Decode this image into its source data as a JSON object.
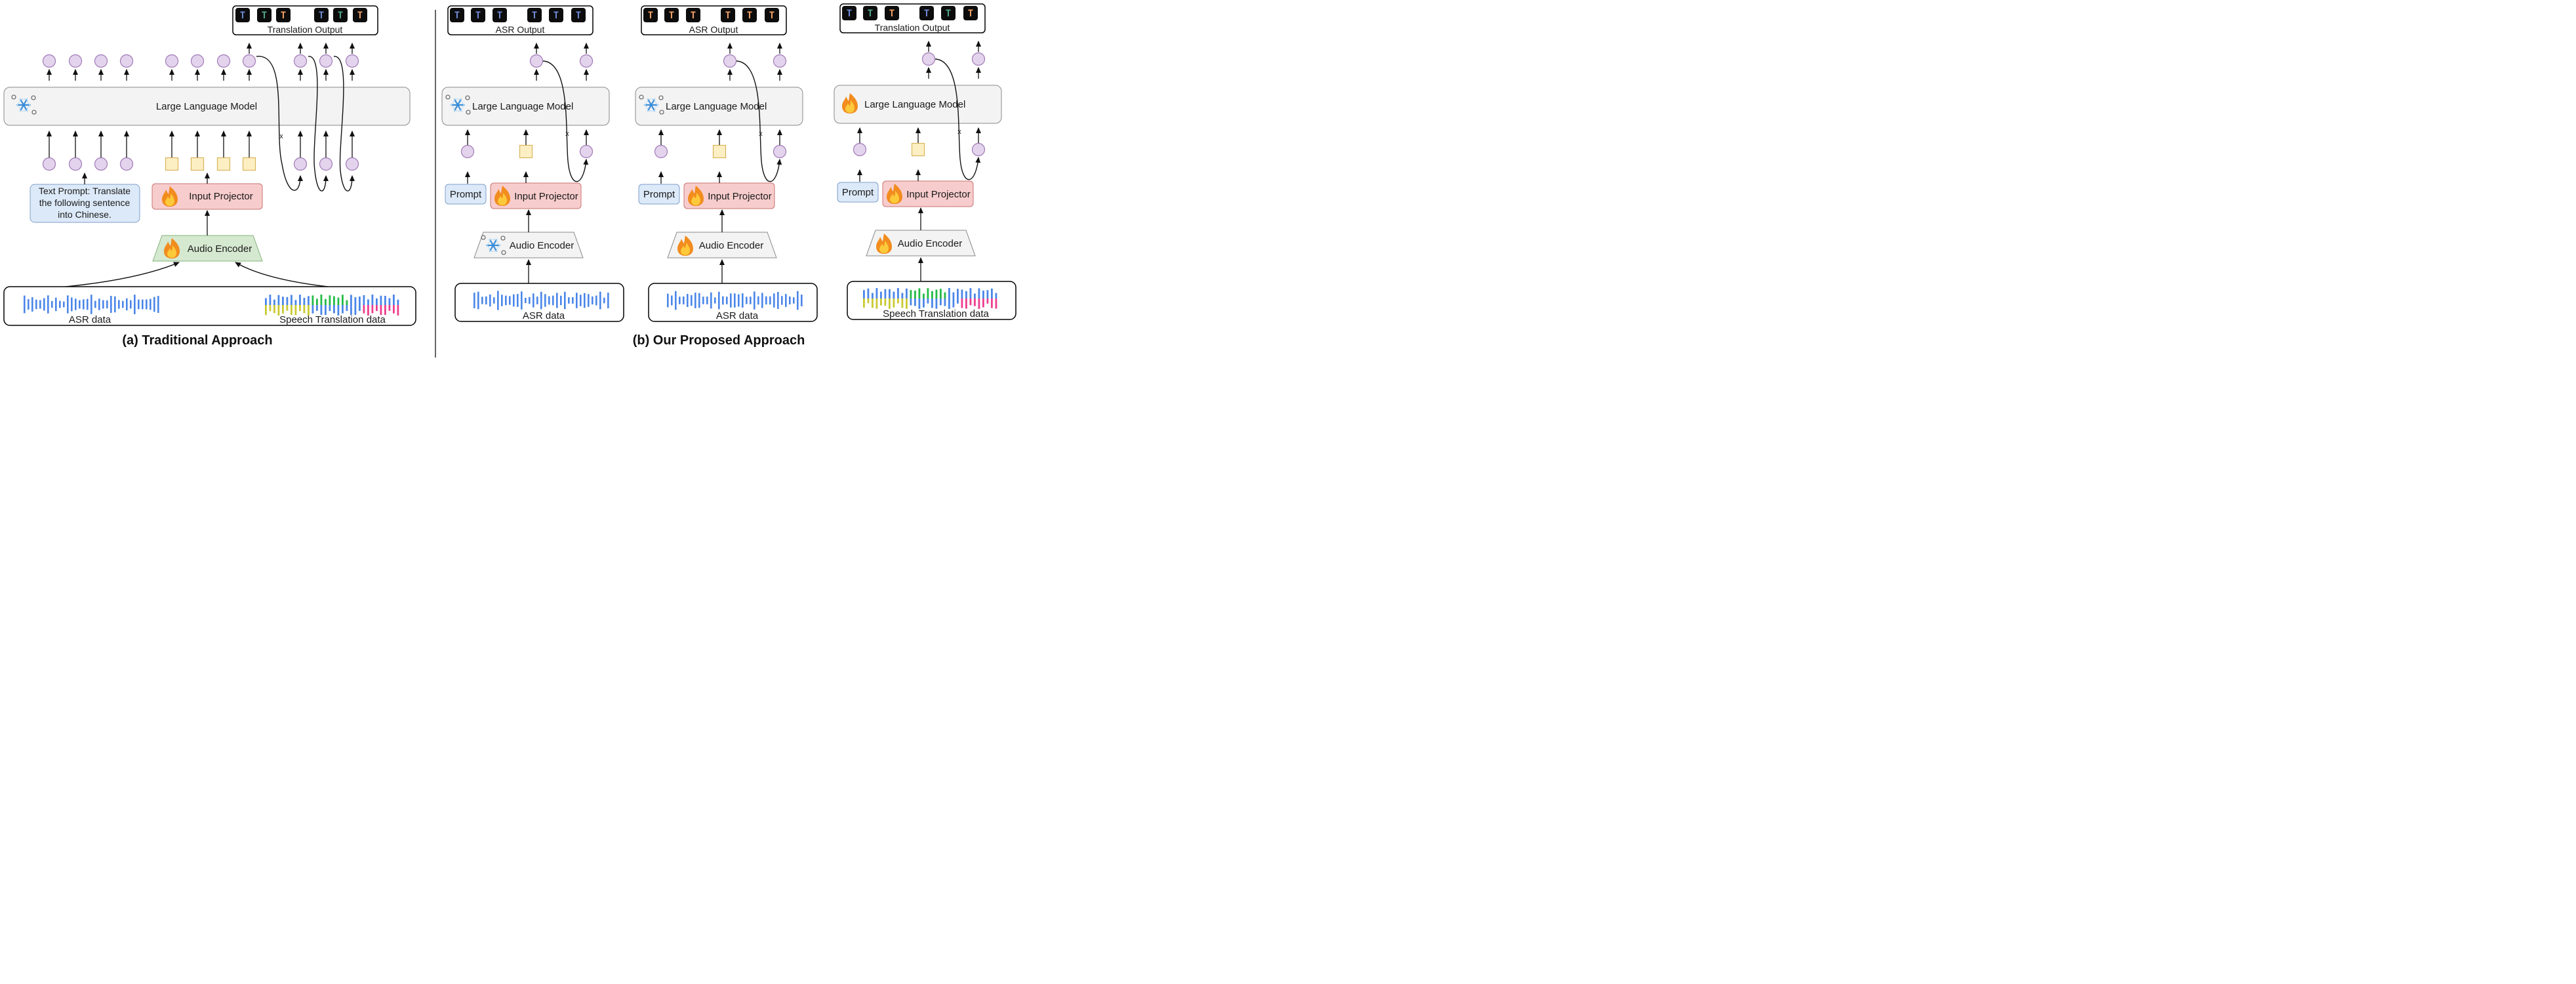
{
  "traditional": {
    "caption": "(a) Traditional Approach",
    "llm_label": "Large Language Model",
    "projector_label": "Input Projector",
    "encoder_label": "Audio Encoder",
    "prompt_text": [
      "Text Prompt: Translate",
      "the following sentence",
      "into Chinese."
    ],
    "output_label": "Translation Output",
    "data_labels": [
      "ASR data",
      "Speech Translation data"
    ],
    "output_tokens": [
      "T",
      "T",
      "T",
      "T",
      "T",
      "T"
    ],
    "cross_mark": "x"
  },
  "proposed": {
    "caption": "(b) Our Proposed Approach",
    "panels": [
      {
        "output_label": "ASR Output",
        "output_tokens": [
          "T",
          "T",
          "T",
          "T",
          "T",
          "T"
        ],
        "llm_label": "Large Language Model",
        "prompt_label": "Prompt",
        "projector_label": "Input Projector",
        "encoder_label": "Audio Encoder",
        "data_label": "ASR data",
        "cross_mark": "x"
      },
      {
        "output_label": "ASR Output",
        "output_tokens": [
          "T",
          "T",
          "T",
          "T",
          "T",
          "T"
        ],
        "llm_label": "Large Language Model",
        "prompt_label": "Prompt",
        "projector_label": "Input Projector",
        "encoder_label": "Audio Encoder",
        "data_label": "ASR data",
        "cross_mark": "x"
      },
      {
        "output_label": "Translation Output",
        "output_tokens": [
          "T",
          "T",
          "T",
          "T",
          "T",
          "T"
        ],
        "llm_label": "Large Language Model",
        "prompt_label": "Prompt",
        "projector_label": "Input Projector",
        "encoder_label": "Audio Encoder",
        "data_label": "Speech Translation data",
        "cross_mark": "x"
      }
    ]
  },
  "colors": {
    "token_blue": "#6f8ad6",
    "token_green": "#4fa88c",
    "token_orange": "#f2a063",
    "circle_fill": "#e3d3ec",
    "circle_stroke": "#a07ab8",
    "square_fill": "#fdefc4",
    "square_stroke": "#d9b45a",
    "prompt_fill": "#dce9f8",
    "prompt_stroke": "#7f9fca",
    "projector_fill": "#f7cccc",
    "projector_stroke": "#c97474",
    "encoder_trained_fill": "#d5e8d0",
    "encoder_trained_stroke": "#86b47c",
    "frozen_fill": "#f3f3f3",
    "frozen_stroke": "#888888",
    "wave_blue": "#4a86e8",
    "wave_yellow": "#c9c930",
    "wave_green": "#22bb44",
    "wave_pink": "#ee3d8f"
  },
  "icons": {
    "frozen": "snowflake-icon",
    "trainable": "flame-icon"
  }
}
